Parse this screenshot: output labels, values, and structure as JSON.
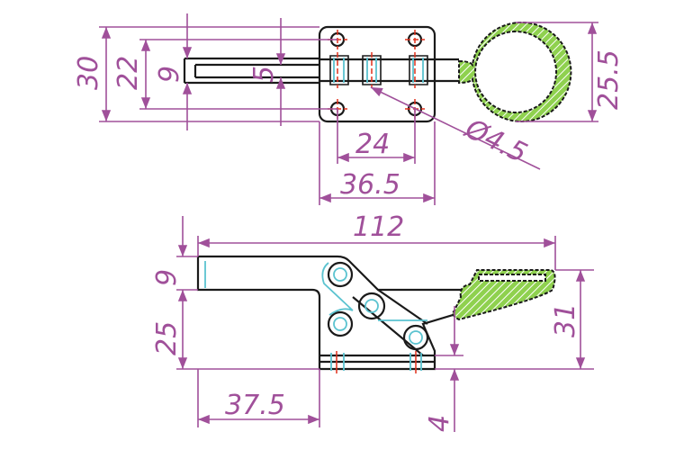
{
  "title": "Horizontal toggle clamp dimension drawing",
  "top_view": {
    "dims": {
      "overall_height": "30",
      "hole_spacing_v": "22",
      "bar_width": "9",
      "slot_width": "5",
      "handle_ring": "25.5",
      "hole_spacing_h": "24",
      "base_width": "36.5",
      "hole_dia": "Ø4.5"
    }
  },
  "side_view": {
    "dims": {
      "overall_length": "112",
      "bar_height": "9",
      "bar_to_base": "25",
      "handle_height": "31",
      "base_to_bar_end": "37.5",
      "base_thickness": "4"
    }
  },
  "colors": {
    "dimension": "#a0509a",
    "outline": "#1a1a1a",
    "hidden": "#5bc3d0",
    "centerline": "#e0301c",
    "grip": "#8fd14f"
  }
}
